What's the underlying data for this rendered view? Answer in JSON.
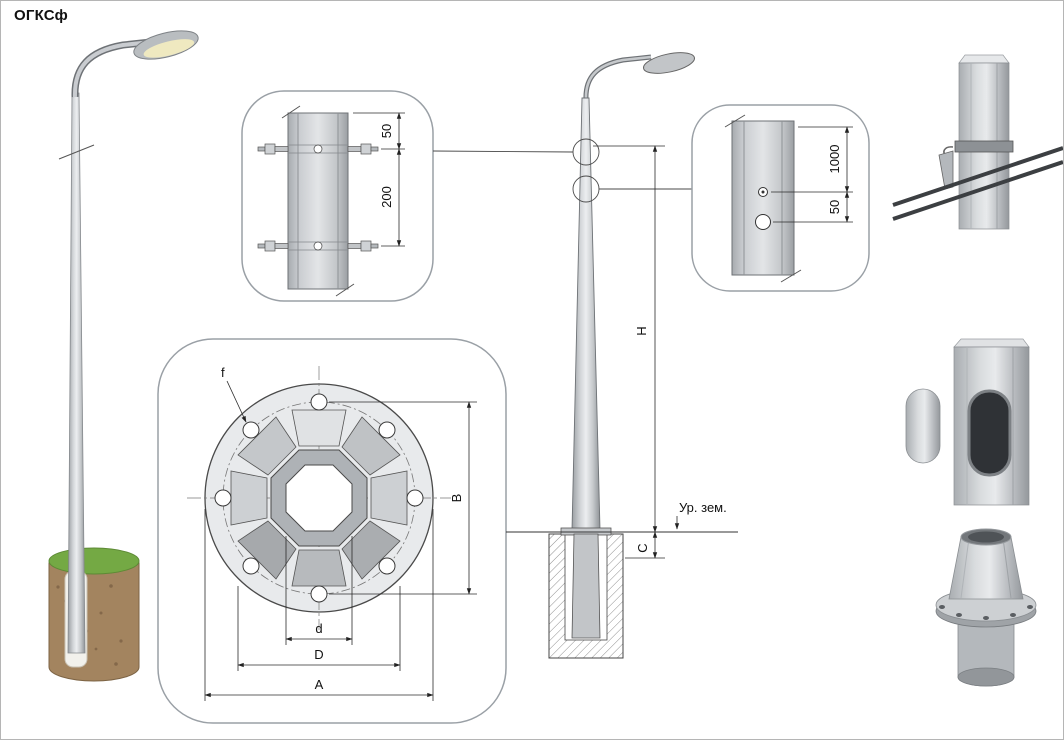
{
  "title": "ОГКСф",
  "colors": {
    "background": "#ffffff",
    "line": "#2b2b2b",
    "frame_border": "#9aa0a6",
    "grass": "#74a944",
    "soil": "#a3845f",
    "lamp_glow": "#efe9c0",
    "cable": "#3c3f42",
    "steel_light": "#e8eaec",
    "steel_mid": "#c6c9cc",
    "steel_dark": "#94989c"
  },
  "annotations": {
    "top_mount_detail": {
      "spacing_top": "50",
      "spacing_between": "200"
    },
    "cable_entry_detail": {
      "height_to_hole": "1000",
      "hole_spacing": "50"
    },
    "flange_detail": {
      "hole_label": "f",
      "vertical_span": "B",
      "inner_dia": "d",
      "bolt_circle_dia": "D",
      "outer_dia": "A"
    },
    "elevation": {
      "height": "H",
      "embed_depth": "C",
      "ground_level": "Ур. зем."
    }
  }
}
